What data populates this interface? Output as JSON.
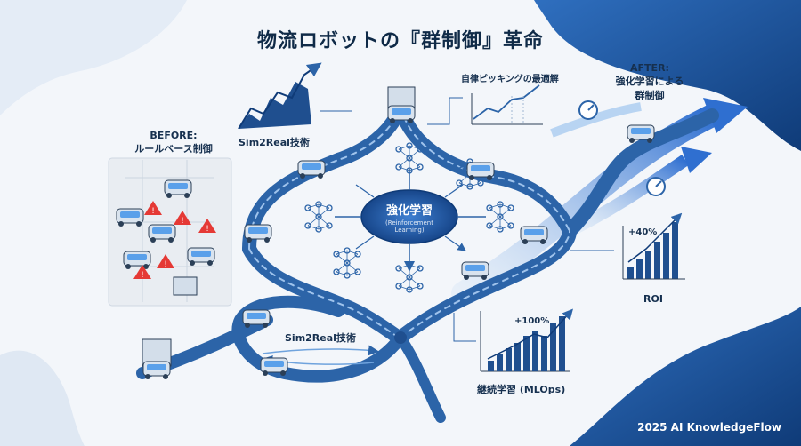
{
  "title": "物流ロボットの『群制御』革命",
  "labels": {
    "before_line1": "BEFORE:",
    "before_line2": "ルールベース制御",
    "after_line1": "AFTER:",
    "after_line2": "強化学習による",
    "after_line3": "群制御",
    "sim2real_top": "Sim2Real技術",
    "sim2real_bottom": "Sim2Real技術",
    "picking": "自律ピッキングの最適解",
    "roi": "ROI",
    "roi_value": "+40%",
    "mlops": "継続学習 (MLOps)",
    "mlops_value": "+100%"
  },
  "center": {
    "title": "強化学習",
    "subtitle_line1": "(Reinforcement",
    "subtitle_line2": "Learning)"
  },
  "footer": "2025 AI KnowledgeFlow",
  "colors": {
    "primary": "#1f4f8f",
    "accent": "#3a7bd5",
    "road": "#2c64a8",
    "dark": "#0f2a47",
    "warning": "#e53935"
  }
}
